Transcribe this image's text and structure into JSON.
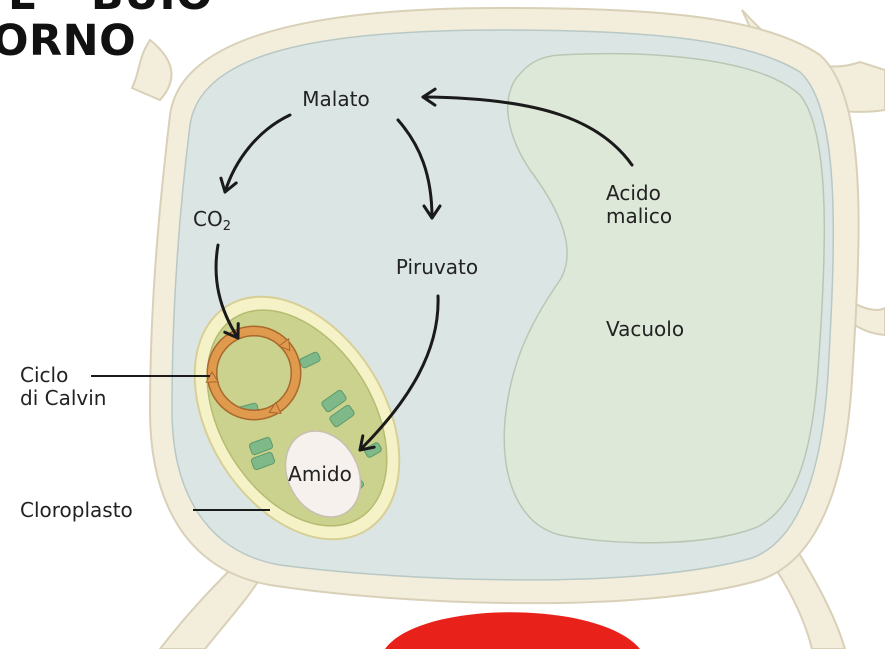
{
  "heading": {
    "line1": "E – BUIO –",
    "line2": "ORNO"
  },
  "labels": {
    "malato": "Malato",
    "co2_main": "CO",
    "co2_sub": "2",
    "acido_malico_line1": "Acido",
    "acido_malico_line2": "malico",
    "piruvato": "Piruvato",
    "vacuolo": "Vacuolo",
    "ciclo_line1": "Ciclo",
    "ciclo_line2": "di Calvin",
    "amido": "Amido",
    "cloroplasto": "Cloroplasto"
  },
  "colors": {
    "cell_wall": "#f3eddc",
    "wall_outline": "#d9d0b8",
    "cytoplasm": "#dbe6e4",
    "vacuole": "#dde8d9",
    "chloroplast_outer": "#f6f2c7",
    "chloroplast_inner": "#cbd28d",
    "thylakoid": "#7fb98a",
    "calvin_ring": "#e09a4e",
    "starch": "#f6f1ec",
    "arrow": "#1a1a1a",
    "red_shape": "#e8221a"
  }
}
